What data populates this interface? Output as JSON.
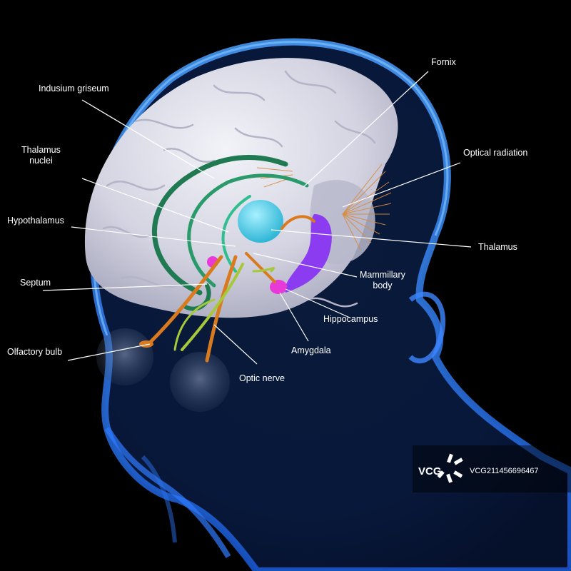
{
  "labels": {
    "fornix": "Fornix",
    "indusium_griseum": "Indusium griseum",
    "thalamus_nuclei": "Thalamus\nnuclei",
    "optical_radiation": "Optical radiation",
    "hypothalamus": "Hypothalamus",
    "thalamus": "Thalamus",
    "mammillary_body": "Mammillary\nbody",
    "septum": "Septum",
    "hippocampus": "Hippocampus",
    "amygdala": "Amygdala",
    "olfactory_bulb": "Olfactory bulb",
    "optic_nerve": "Optic nerve"
  },
  "watermark": {
    "brand": "VCG",
    "id": "VCG211456696467"
  },
  "colors": {
    "background": "#000000",
    "head_glow": "#2a7bff",
    "brain": "#d9d9e6",
    "fornix_green": "#1f7a52",
    "thalamus_cyan": "#5fd6ee",
    "hippocampus_purple": "#8c3cf0",
    "amygdala_magenta": "#e83ad6",
    "optic_orange": "#d97a1e",
    "olfactory_yellowgreen": "#a7c83a"
  }
}
